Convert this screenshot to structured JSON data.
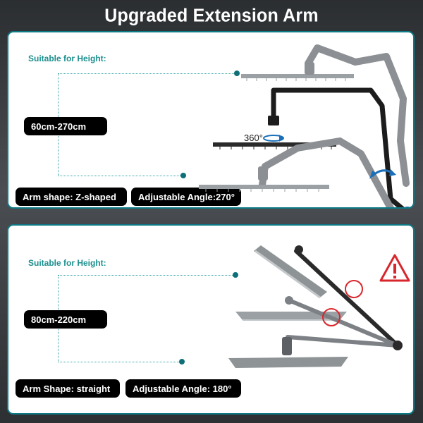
{
  "title": "Upgraded Extension Arm",
  "top_panel": {
    "height_label": "Suitable for Height:",
    "range": "60cm-270cm",
    "arm_shape": "Arm shape: Z-shaped",
    "angle": "Adjustable Angle:270°",
    "rotation_label": "360°"
  },
  "bottom_panel": {
    "height_label": "Suitable for Height:",
    "range": "80cm-220cm",
    "arm_shape": "Arm Shape: straight",
    "angle": "Adjustable Angle: 180°"
  },
  "icons": {
    "rotation": "rotation-arrow-icon",
    "adjust": "double-arrow-icon",
    "warning": "warning-triangle-icon"
  },
  "colors": {
    "accent": "#0e7a86",
    "label": "#1d8f8f",
    "warning": "#d9262c"
  }
}
